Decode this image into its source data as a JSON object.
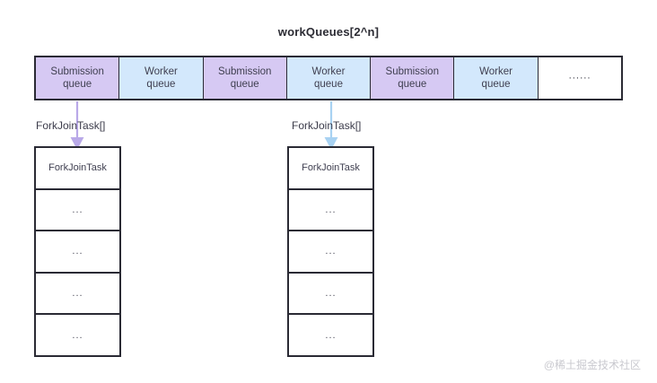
{
  "diagram": {
    "title": "workQueues[2^n]",
    "queue_row": {
      "cells": [
        {
          "label": "Submission\nqueue",
          "type": "submission",
          "color": "#d6c9f3"
        },
        {
          "label": "Worker\nqueue",
          "type": "worker",
          "color": "#d3e8fc"
        },
        {
          "label": "Submission\nqueue",
          "type": "submission",
          "color": "#d6c9f3"
        },
        {
          "label": "Worker\nqueue",
          "type": "worker",
          "color": "#d3e8fc"
        },
        {
          "label": "Submission\nqueue",
          "type": "submission",
          "color": "#d6c9f3"
        },
        {
          "label": "Worker\nqueue",
          "type": "worker",
          "color": "#d3e8fc"
        },
        {
          "label": "······",
          "type": "ellipsis",
          "color": "#ffffff"
        }
      ]
    },
    "arrows": [
      {
        "name": "submission-to-tasks-arrow",
        "color": "#b9a9e8"
      },
      {
        "name": "worker-to-tasks-arrow",
        "color": "#a8d2f2"
      }
    ],
    "array_labels": [
      {
        "text": "ForkJoinTask[]"
      },
      {
        "text": "ForkJoinTask[]"
      }
    ],
    "task_stacks": [
      {
        "name": "submission-task-array",
        "cells": [
          {
            "label": "ForkJoinTask"
          },
          {
            "label": "..."
          },
          {
            "label": "..."
          },
          {
            "label": "..."
          },
          {
            "label": "..."
          }
        ]
      },
      {
        "name": "worker-task-array",
        "cells": [
          {
            "label": "ForkJoinTask"
          },
          {
            "label": "..."
          },
          {
            "label": "..."
          },
          {
            "label": "..."
          },
          {
            "label": "..."
          }
        ]
      }
    ],
    "watermark": "@稀土掘金技术社区",
    "colors": {
      "submission_fill": "#d6c9f3",
      "worker_fill": "#d3e8fc",
      "border": "#2a2a34",
      "text": "#3f3f50",
      "arrow_purple": "#b9a9e8",
      "arrow_blue": "#a8d2f2",
      "watermark": "#c9c9cf"
    }
  }
}
